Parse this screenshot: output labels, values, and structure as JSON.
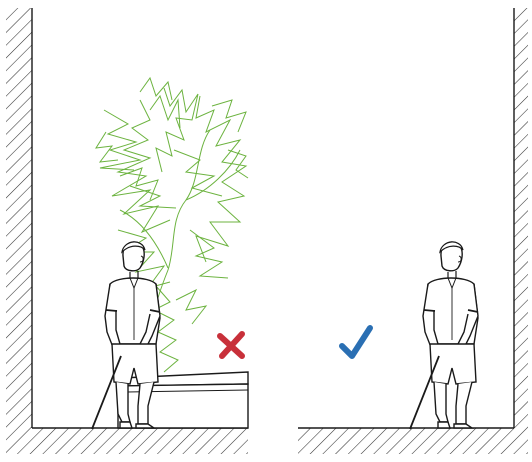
{
  "figure": {
    "panels": [
      {
        "id": "incorrect",
        "status_icon": "cross-mark-icon",
        "status_color": "#c8303a",
        "elements": [
          "left-wall",
          "ground",
          "planter-box",
          "plant-foliage",
          "person-with-white-cane"
        ]
      },
      {
        "id": "correct",
        "status_icon": "check-mark-icon",
        "status_color": "#2a6fb3",
        "elements": [
          "right-wall",
          "ground",
          "person-with-white-cane"
        ]
      }
    ],
    "colors": {
      "line": "#1a1a1a",
      "hatch": "#333333",
      "foliage": "#6cb33f",
      "skin": "#ffffff"
    }
  }
}
